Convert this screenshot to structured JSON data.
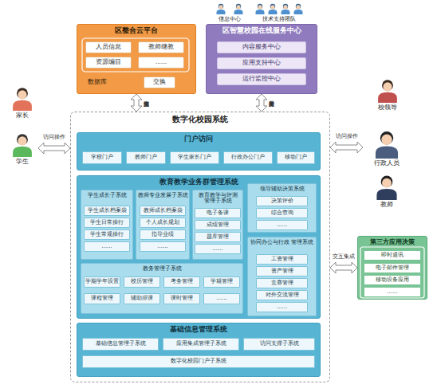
{
  "diagram": {
    "nodes": [
      {
        "text": [
          "信息中心"
        ]
      },
      {
        "text": [
          "技术支持团队"
        ]
      },
      {
        "text": [
          "区整合云平台"
        ]
      },
      {
        "text": [
          "人员信息"
        ],
        "in": 2
      },
      {
        "text": [
          "教师继教"
        ],
        "in": 2
      },
      {
        "text": [
          "资源编目"
        ],
        "in": 2
      },
      {
        "text": [
          "......"
        ],
        "in": 2
      },
      {
        "text": [
          "交换"
        ],
        "in": 2
      },
      {
        "text": [
          "区智慧校园在线服务中心"
        ]
      },
      {
        "text": [
          "内容服务中心"
        ],
        "in": 8
      },
      {
        "text": [
          "应用支持中心"
        ],
        "in": 8
      },
      {
        "text": [
          "运行监控中心"
        ],
        "in": 8
      },
      {
        "text": [
          "家长"
        ]
      },
      {
        "text": [
          "学生"
        ]
      },
      {
        "text": [
          "校领导"
        ]
      },
      {
        "text": [
          "行政人员"
        ]
      },
      {
        "text": [
          "教师"
        ]
      },
      {
        "text": [
          "数字化校园系统"
        ]
      },
      {
        "text": [
          "门户访问"
        ],
        "in": 17
      },
      {
        "text": [
          "学校门户"
        ],
        "in": 18
      },
      {
        "text": [
          "教师门户"
        ],
        "in": 18
      },
      {
        "text": [
          "学生家长门户"
        ],
        "in": 18
      },
      {
        "text": [
          "行政办公门户"
        ],
        "in": 18
      },
      {
        "text": [
          "移动门户"
        ],
        "in": 18
      },
      {
        "text": [
          "教育教学业务群管理系统"
        ],
        "in": 17
      },
      {
        "text": [
          "学生成长子系统"
        ],
        "in": 24
      },
      {
        "text": [
          "学生成长档案袋"
        ],
        "in": 25
      },
      {
        "text": [
          "学生日常操行"
        ],
        "in": 25
      },
      {
        "text": [
          "学生常规操行"
        ],
        "in": 25
      },
      {
        "text": [
          "......"
        ],
        "in": 25
      },
      {
        "text": [
          "教师专业发展子系统"
        ],
        "in": 24
      },
      {
        "text": [
          "教师成长档案袋"
        ],
        "in": 30
      },
      {
        "text": [
          "个人成长规划"
        ],
        "in": 30
      },
      {
        "text": [
          "指导业绩"
        ],
        "in": 30
      },
      {
        "text": [
          "......"
        ],
        "in": 30
      },
      {
        "text": [
          "教育教学与评测 管理子系统"
        ],
        "in": 24
      },
      {
        "text": [
          "电子备课"
        ],
        "in": 35
      },
      {
        "text": [
          "成绩管理"
        ],
        "in": 35
      },
      {
        "text": [
          "题库管理"
        ],
        "in": 35
      },
      {
        "text": [
          "......"
        ],
        "in": 35
      },
      {
        "text": [
          "领导辅助决策系统"
        ],
        "in": 24
      },
      {
        "text": [
          "决策评价"
        ],
        "in": 40
      },
      {
        "text": [
          "综合查询"
        ],
        "in": 40
      },
      {
        "text": [
          "......"
        ],
        "in": 40
      },
      {
        "text": [
          "协同办公与行政 管理系统"
        ],
        "in": 24
      },
      {
        "text": [
          "工资管理"
        ],
        "in": 44
      },
      {
        "text": [
          "资产管理"
        ],
        "in": 44
      },
      {
        "text": [
          "竞赛管理"
        ],
        "in": 44
      },
      {
        "text": [
          "对外交流管理"
        ],
        "in": 44
      },
      {
        "text": [
          "......"
        ],
        "in": 44
      },
      {
        "text": [
          "教务管理子系统"
        ],
        "in": 24
      },
      {
        "text": [
          "学期学年设置"
        ],
        "in": 50
      },
      {
        "text": [
          "校历管理"
        ],
        "in": 50
      },
      {
        "text": [
          "考务管理"
        ],
        "in": 50
      },
      {
        "text": [
          "学籍管理"
        ],
        "in": 50
      },
      {
        "text": [
          "课程管理"
        ],
        "in": 50
      },
      {
        "text": [
          "辅助排课"
        ],
        "in": 50
      },
      {
        "text": [
          "课时管理"
        ],
        "in": 50
      },
      {
        "text": [
          "......"
        ],
        "in": 50
      },
      {
        "text": [
          "基础信息管理系统"
        ],
        "in": 17
      },
      {
        "text": [
          "基础信息管理子系统"
        ],
        "in": 59
      },
      {
        "text": [
          "应用集成管理子系统"
        ],
        "in": 59
      },
      {
        "text": [
          "访问支撑子系统"
        ],
        "in": 59
      },
      {
        "text": [
          "数字化校园门户子系统"
        ],
        "in": 59
      },
      {
        "text": [
          "第三方应用决策"
        ]
      },
      {
        "text": [
          "即时通讯"
        ],
        "in": 64
      },
      {
        "text": [
          "电子邮件管理"
        ],
        "in": 64
      },
      {
        "text": [
          "移动设备应用"
        ],
        "in": 64
      },
      {
        "text": [
          "......"
        ],
        "in": 64
      }
    ],
    "edges": [
      {
        "from": 2,
        "to": 17,
        "label": "信息资源交换",
        "arrow": "both"
      },
      {
        "from": 8,
        "to": 17,
        "label": "技术支持服务",
        "arrow": "both"
      },
      {
        "from": 13,
        "to": 17,
        "label": "访问操作",
        "arrow": "both"
      },
      {
        "from": 17,
        "to": 15,
        "label": "访问操作",
        "arrow": "both"
      },
      {
        "from": 17,
        "to": 64,
        "label": "交互集成",
        "arrow": "both"
      }
    ],
    "labels": [
      "数据库"
    ]
  }
}
